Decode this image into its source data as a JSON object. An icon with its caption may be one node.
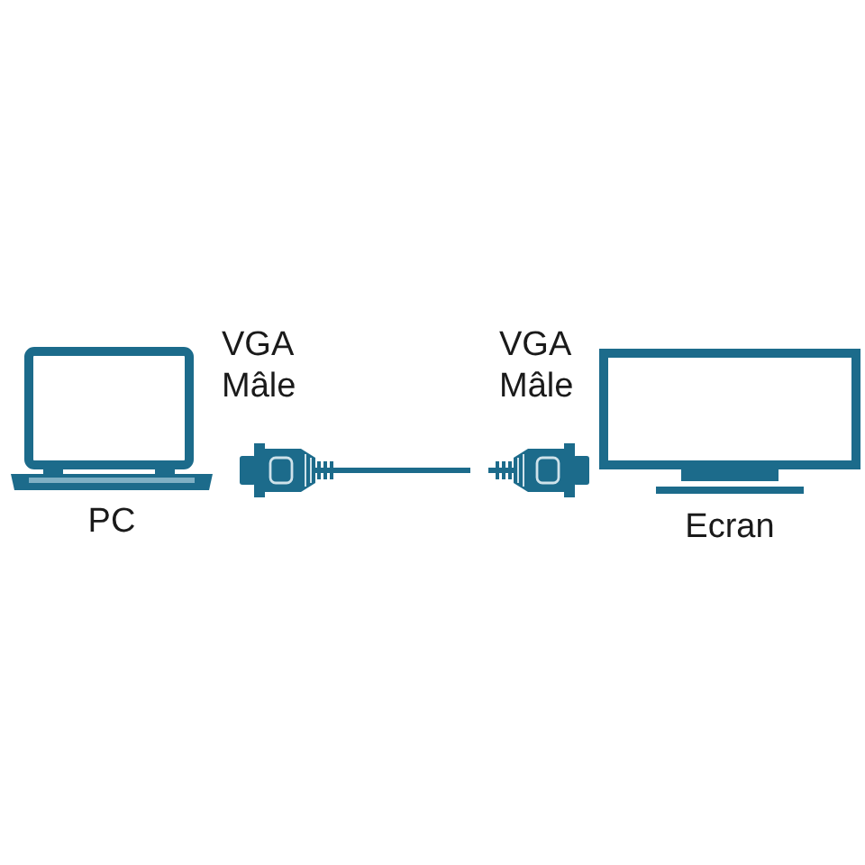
{
  "diagram": {
    "nodes": [
      {
        "text": [
          "PC"
        ]
      },
      {
        "text": [
          "VGA Mâle"
        ]
      },
      {
        "text": [
          "VGA Mâle"
        ]
      },
      {
        "text": [
          "Ecran"
        ]
      }
    ],
    "edges": [
      {
        "from": 1,
        "to": 2,
        "arrow": "none"
      }
    ]
  }
}
